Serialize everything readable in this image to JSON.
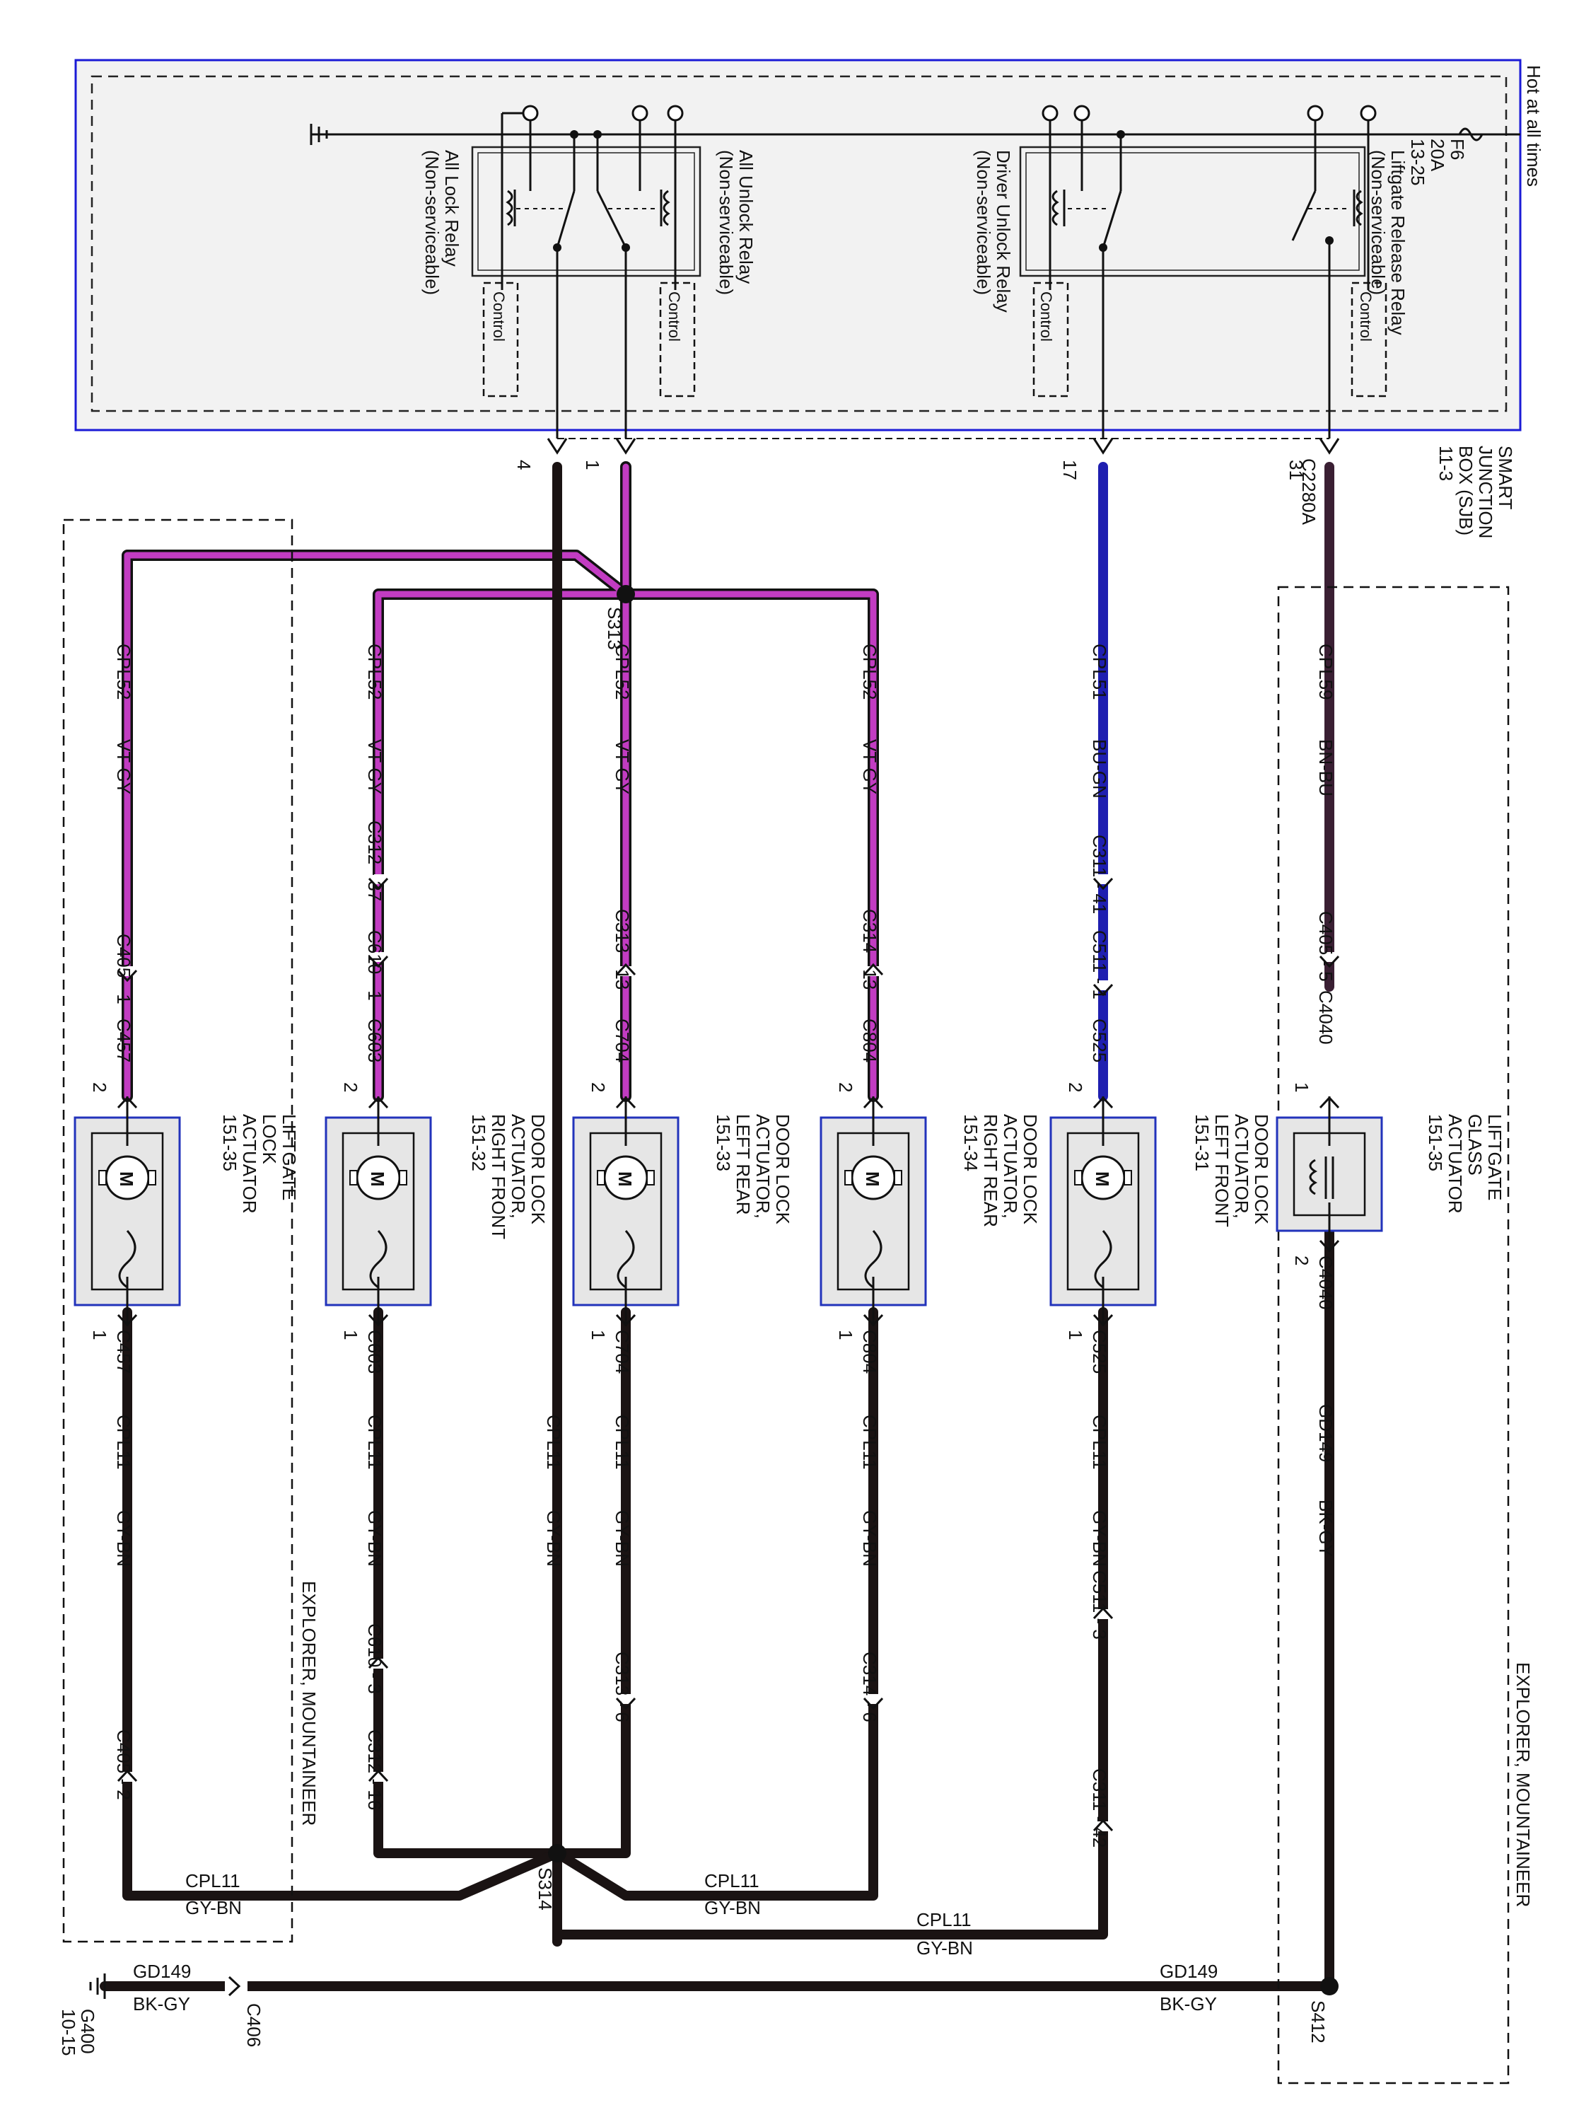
{
  "colors": {
    "sjb_border": "#1a1ad6",
    "component_border": "#2233bb",
    "component_fill": "#e6e6e6",
    "wire_black": "#1a1313",
    "wire_violet_gray": "#c23cc2",
    "wire_blue_green": "#1f1fb0",
    "wire_brown_blue": "#3a1f33"
  },
  "sjb": {
    "hot_label": "Hot at all times",
    "fuse": {
      "name": "F6",
      "rating": "20A",
      "ref": "13-25"
    },
    "title_lines": [
      "SMART",
      "JUNCTION",
      "BOX (SJB)",
      "11-3"
    ],
    "connector": "C2280A",
    "relays": [
      {
        "lines": [
          "Liftgate Release Relay",
          "(Non-serviceable)"
        ],
        "control": "Control"
      },
      {
        "lines": [
          "Driver Unlock Relay",
          "(Non-serviceable)"
        ],
        "control": "Control"
      },
      {
        "lines": [
          "All Unlock Relay",
          "(Non-serviceable)"
        ],
        "control": "Control"
      },
      {
        "lines": [
          "All Lock Relay",
          "(Non-serviceable)"
        ],
        "control": "Control"
      }
    ],
    "pins": [
      "31",
      "17",
      "1",
      "4"
    ]
  },
  "splices": [
    "S313",
    "S314",
    "S412"
  ],
  "wires": {
    "cpl59": {
      "circuit": "CPL59",
      "color": "BN-BU"
    },
    "cpl51": {
      "circuit": "CPL51",
      "color": "BU-GN"
    },
    "cpl52": {
      "circuit": "CPL52",
      "color": "VT-GY"
    },
    "cpl11": {
      "circuit": "CPL11",
      "color": "GY-BN"
    },
    "gd149": {
      "circuit": "GD149",
      "color": "BK-GY"
    }
  },
  "connectors": {
    "c405_5": "C405 - 5",
    "c4040": "C4040",
    "c311_41": "C311 - 41",
    "c511_1": "C511 - 1",
    "c525": "C525",
    "c314_13": "C314 - 13",
    "c804": "C804",
    "c313_13": "C313 - 13",
    "c704": "C704",
    "c312_37": "C312 - 37",
    "c610_1": "C610 - 1",
    "c603": "C603",
    "c405_1": "C405 - 1",
    "c457": "C457",
    "c511_3": "C511 - 3",
    "c311_42": "C311 - 42",
    "c314_6": "C314 - 6",
    "c313_6": "C313 - 6",
    "c610_3": "C610 - 3",
    "c312_16": "C312 - 16",
    "c405_2": "C405 - 2",
    "c406": "C406"
  },
  "pin_numbers": {
    "one": "1",
    "two": "2"
  },
  "components": [
    {
      "id": "liftgate-glass-actuator",
      "lines": [
        "LIFTGATE",
        "GLASS",
        "ACTUATOR",
        "151-35"
      ]
    },
    {
      "id": "door-lock-left-front",
      "lines": [
        "DOOR LOCK",
        "ACTUATOR,",
        "LEFT FRONT",
        "151-31"
      ]
    },
    {
      "id": "door-lock-right-rear",
      "lines": [
        "DOOR LOCK",
        "ACTUATOR,",
        "RIGHT REAR",
        "151-34"
      ]
    },
    {
      "id": "door-lock-left-rear",
      "lines": [
        "DOOR LOCK",
        "ACTUATOR,",
        "LEFT REAR",
        "151-33"
      ]
    },
    {
      "id": "door-lock-right-front",
      "lines": [
        "DOOR LOCK",
        "ACTUATOR,",
        "RIGHT FRONT",
        "151-32"
      ]
    },
    {
      "id": "liftgate-lock-actuator",
      "lines": [
        "LIFTGATE",
        "LOCK",
        "ACTUATOR",
        "151-35"
      ]
    }
  ],
  "motor_symbol": "M",
  "regions": {
    "right": "EXPLORER, MOUNTAINEER",
    "left": "EXPLORER, MOUNTAINEER"
  },
  "ground": {
    "name": "G400",
    "ref": "10-15"
  }
}
